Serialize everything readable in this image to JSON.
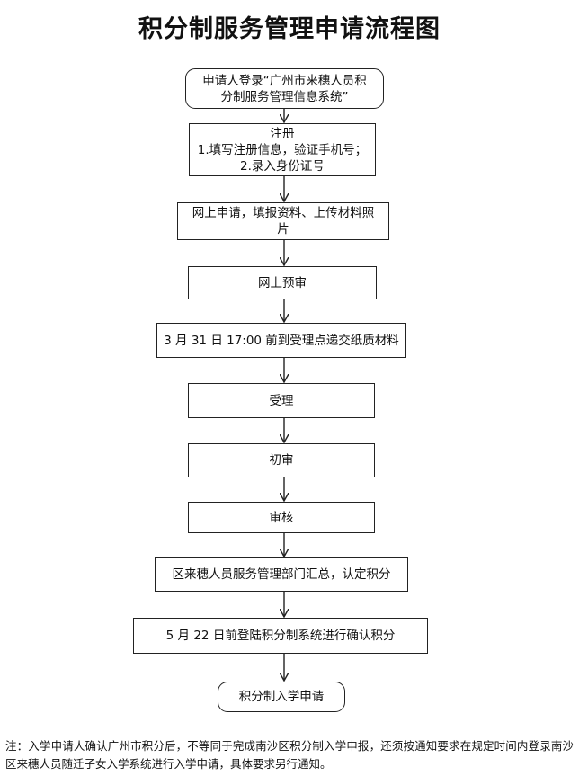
{
  "title": "积分制服务管理申请流程图",
  "steps": [
    {
      "lines": [
        "申请人登录“广州市来穗人员积",
        "分制服务管理信息系统”"
      ]
    },
    {
      "lines": [
        "注册",
        "1.填写注册信息，验证手机号；",
        "2.录入身份证号"
      ]
    },
    {
      "lines": [
        "网上申请，填报资料、上传材料照",
        "片"
      ]
    },
    {
      "lines": [
        "网上预审"
      ]
    },
    {
      "lines": [
        "3 月 31 日 17:00 前到受理点递交纸质材料"
      ]
    },
    {
      "lines": [
        "受理"
      ]
    },
    {
      "lines": [
        "初审"
      ]
    },
    {
      "lines": [
        "审核"
      ]
    },
    {
      "lines": [
        "区来穗人员服务管理部门汇总，认定积分"
      ]
    },
    {
      "lines": [
        "5 月 22 日前登陆积分制系统进行确认积分"
      ]
    },
    {
      "lines": [
        "积分制入学申请"
      ]
    }
  ],
  "note": "注：入学申请人确认广州市积分后，不等同于完成南沙区积分制入学申报，还须按通知要求在规定时间内登录南沙区来穗人员随迁子女入学系统进行入学申请，具体要求另行通知。"
}
